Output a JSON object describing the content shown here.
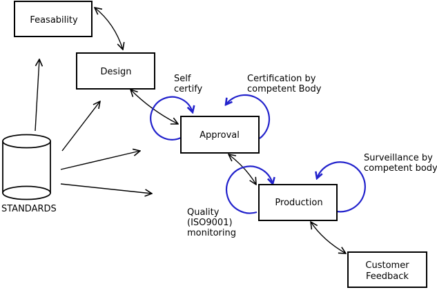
{
  "colors": {
    "annotation": "#2222cc",
    "ink": "#000000",
    "background": "#ffffff"
  },
  "nodes": {
    "feasability": {
      "label": "Feasability"
    },
    "design": {
      "label": "Design"
    },
    "approval": {
      "label": "Approval"
    },
    "production": {
      "label": "Production"
    },
    "customer_feedback": {
      "line1": "Customer",
      "line2": "Feedback"
    },
    "standards": {
      "label": "STANDARDS"
    }
  },
  "annotations": {
    "self_certify": {
      "line1": "Self",
      "line2": "certify"
    },
    "certification": {
      "line1": "Certification by",
      "line2": "competent Body"
    },
    "surveillance": {
      "line1": "Surveillance by",
      "line2": "competent body"
    },
    "quality": {
      "line1": "Quality",
      "line2": "(ISO9001)",
      "line3": "monitoring"
    }
  }
}
